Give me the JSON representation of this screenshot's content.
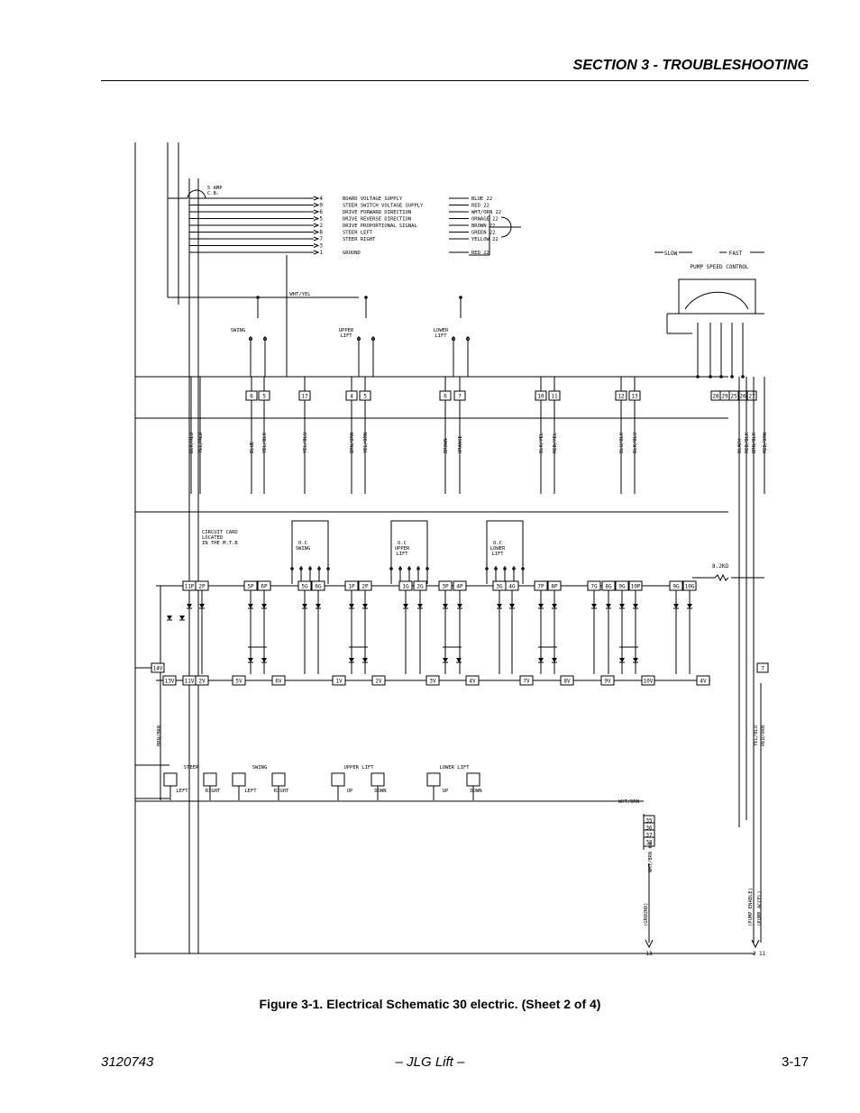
{
  "header": {
    "section_title": "SECTION 3 - TROUBLESHOOTING"
  },
  "figure": {
    "caption": "Figure 3-1.  Electrical Schematic 30 electric. (Sheet 2 of 4)",
    "cb_label": [
      "5 AMP",
      "C.B."
    ],
    "connector_rows": [
      {
        "pin": "4",
        "desc": "BOARD VOLTAGE SUPPLY",
        "wire": "BLUE 22"
      },
      {
        "pin": "9",
        "desc": "STEER SWITCH VOLTAGE SUPPLY",
        "wire": "RED 22"
      },
      {
        "pin": "6",
        "desc": "DRIVE FORWARD DIRECTION",
        "wire": "WHT/ORN 22"
      },
      {
        "pin": "5",
        "desc": "DRIVE REVERSE DIRECTION",
        "wire": "ORNAGE 22"
      },
      {
        "pin": "2",
        "desc": "DRIVE PROPORTIONAL SIGNAL",
        "wire": "BROWN 22"
      },
      {
        "pin": "8",
        "desc": "STEER LEFT",
        "wire": "GREEN 22"
      },
      {
        "pin": "7",
        "desc": "STEER RIGHT",
        "wire": "YELLOW 22"
      },
      {
        "pin": "3",
        "desc": "",
        "wire": ""
      },
      {
        "pin": "1",
        "desc": "GROUND",
        "wire": "RED 22"
      }
    ],
    "pump": {
      "slow": "SLOW",
      "fast": "FAST",
      "title": "PUMP SPEED CONTROL"
    },
    "wht_yel": "WHT/YEL",
    "switch_labels": [
      [
        "SWING"
      ],
      [
        "UPPER",
        "LIFT"
      ],
      [
        "LOWER",
        "LIFT"
      ]
    ],
    "terminal_numbers": [
      "6",
      "5",
      "17",
      "4",
      "5",
      "6",
      "7",
      "10",
      "11",
      "12",
      "13"
    ],
    "pump_terminals": [
      "28",
      "29",
      "25",
      "26",
      "27"
    ],
    "wire_labels": [
      "BLK/RED",
      "YEL/RED",
      "BLUE",
      "YEL/BLK",
      "YEL/BLU",
      "BRN/ORN",
      "YEL/ORN",
      "BROWN",
      "ORANGE",
      "BLK/YEL",
      "RED/YEL",
      "BLU/BLK",
      "BLK/BLU",
      "BLACK",
      "RED/BLK",
      "BRN/BLK",
      "RED/ORN"
    ],
    "card_note": [
      "CIRCUIT CARD",
      "LOCATED",
      "IN THE M.T.B"
    ],
    "oc_labels": [
      [
        "O.C",
        "SWING"
      ],
      [
        "O.C",
        "UPPER",
        "LIFT"
      ],
      [
        "O.C",
        "LOWER",
        "LIFT"
      ]
    ],
    "resistor": "8.2KΩ",
    "p_terminals": [
      "11P",
      "2P",
      "5P",
      "6P",
      "5G",
      "6G",
      "1P",
      "2P",
      "1G",
      "2G",
      "3P",
      "4P",
      "3G",
      "4G",
      "7P",
      "8P",
      "7G",
      "8G",
      "9G",
      "10P",
      "9G",
      "10G"
    ],
    "v_terminals": [
      "11V",
      "2V",
      "5V",
      "6V",
      "1V",
      "2V",
      "3V",
      "4V",
      "7V",
      "8V",
      "9V",
      "10V",
      "4V"
    ],
    "left_terminals": [
      "14V",
      "13V"
    ],
    "right_terminal": "7",
    "brn_brn": "BRN/BRN",
    "coil_groups": [
      {
        "title": "STEER",
        "left": "LEFT",
        "right": "RIGHT"
      },
      {
        "title": "SWING",
        "left": "LEFT",
        "right": "RIGHT"
      },
      {
        "title": "UPPER LIFT",
        "left": "UP",
        "right": "DOWN"
      },
      {
        "title": "LOWER LIFT",
        "left": "UP",
        "right": "DOWN"
      }
    ],
    "wht_brn": "WHT/BRN",
    "lower_terminals": [
      "35",
      "36",
      "37",
      "38"
    ],
    "yel_blu": "YEL/BLU",
    "red_orn2": "RED/ORN",
    "ground_label": "(GROUND)",
    "wht_brn_0": "WHT/BRN #0",
    "pump_enable": "(PUMP ENABLE)",
    "pump_accel": "(PUMP ACCEL)",
    "bottom_nums": {
      "left": "13",
      "right": "2 11"
    }
  },
  "footer": {
    "doc_number": "3120743",
    "publisher": "– JLG Lift –",
    "page": "3-17"
  }
}
